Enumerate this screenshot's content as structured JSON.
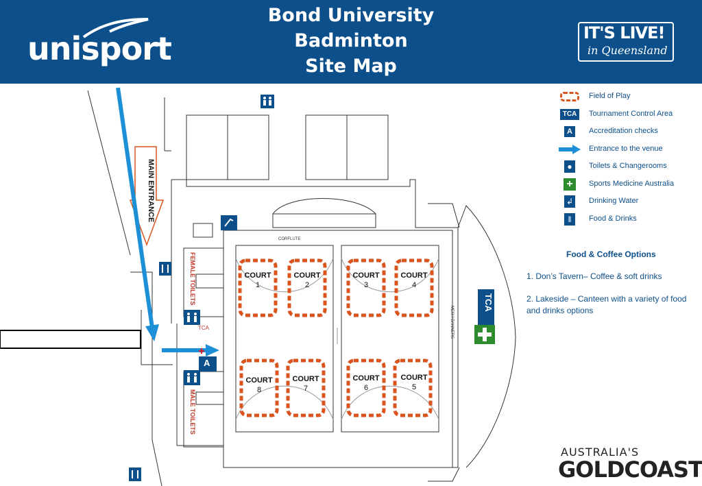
{
  "header": {
    "title_lines": [
      "Bond University",
      "Badminton",
      "Site Map"
    ],
    "logo_left": "unisport",
    "logo_right_line1": "IT'S LIVE!",
    "logo_right_line2": "in Queensland"
  },
  "legend": [
    {
      "icon": "field-of-play-swatch",
      "label": "Field of Play"
    },
    {
      "icon": "tca-badge",
      "icon_text": "TCA",
      "label": "Tournament Control Area"
    },
    {
      "icon": "accreditation-badge",
      "icon_text": "A",
      "label": "Accreditation checks"
    },
    {
      "icon": "entrance-arrow-icon",
      "label": "Entrance to the venue"
    },
    {
      "icon": "toilets-icon",
      "label": "Toilets & Changerooms"
    },
    {
      "icon": "medical-cross-icon",
      "label": "Sports Medicine Australia"
    },
    {
      "icon": "drinking-water-icon",
      "label": "Drinking Water"
    },
    {
      "icon": "food-drinks-icon",
      "label": "Food & Drinks"
    }
  ],
  "food": {
    "title": "Food & Coffee Options",
    "options": [
      "1. Don’s Tavern– Coffee & soft drinks",
      "2. Lakeside – Canteen with a variety of food and drinks options"
    ]
  },
  "map": {
    "main_entrance": "MAIN ENTRANCE",
    "female_toilets": "FEMALE TOILETS",
    "male_toilets": "MALE TOILETS",
    "corflute": "CORFLUTE",
    "mesh_banners": "MESH BANNERS",
    "tca_small": "TCA",
    "tca_badge": "TCA",
    "accreditation_badge": "A",
    "courts": [
      {
        "word": "COURT",
        "num": "1"
      },
      {
        "word": "COURT",
        "num": "2"
      },
      {
        "word": "COURT",
        "num": "3"
      },
      {
        "word": "COURT",
        "num": "4"
      },
      {
        "word": "COURT",
        "num": "8"
      },
      {
        "word": "COURT",
        "num": "7"
      },
      {
        "word": "COURT",
        "num": "6"
      },
      {
        "word": "COURT",
        "num": "5"
      }
    ]
  },
  "footer_logo": {
    "line1": "AUSTRALIA'S",
    "line2": "GOLDCOAST",
    "trademark": "™"
  },
  "colors": {
    "brand_blue": "#0d4f8b",
    "arrow_blue": "#1d8fd6",
    "court_orange": "#d9541e",
    "medical_green": "#2d8a2d",
    "entrance_red": "#d9541e"
  }
}
